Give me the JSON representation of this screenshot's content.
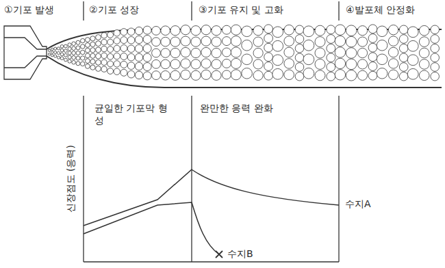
{
  "diagram": {
    "labels": [
      "①기포 발생",
      "②기포 성장",
      "③기포 유지 및 고화",
      "④발포체 안정화",
      "균일한 기포막 형성",
      "완만한 응력 완화",
      "신장점도 (응력)",
      "수지A",
      "수지B"
    ]
  }
}
